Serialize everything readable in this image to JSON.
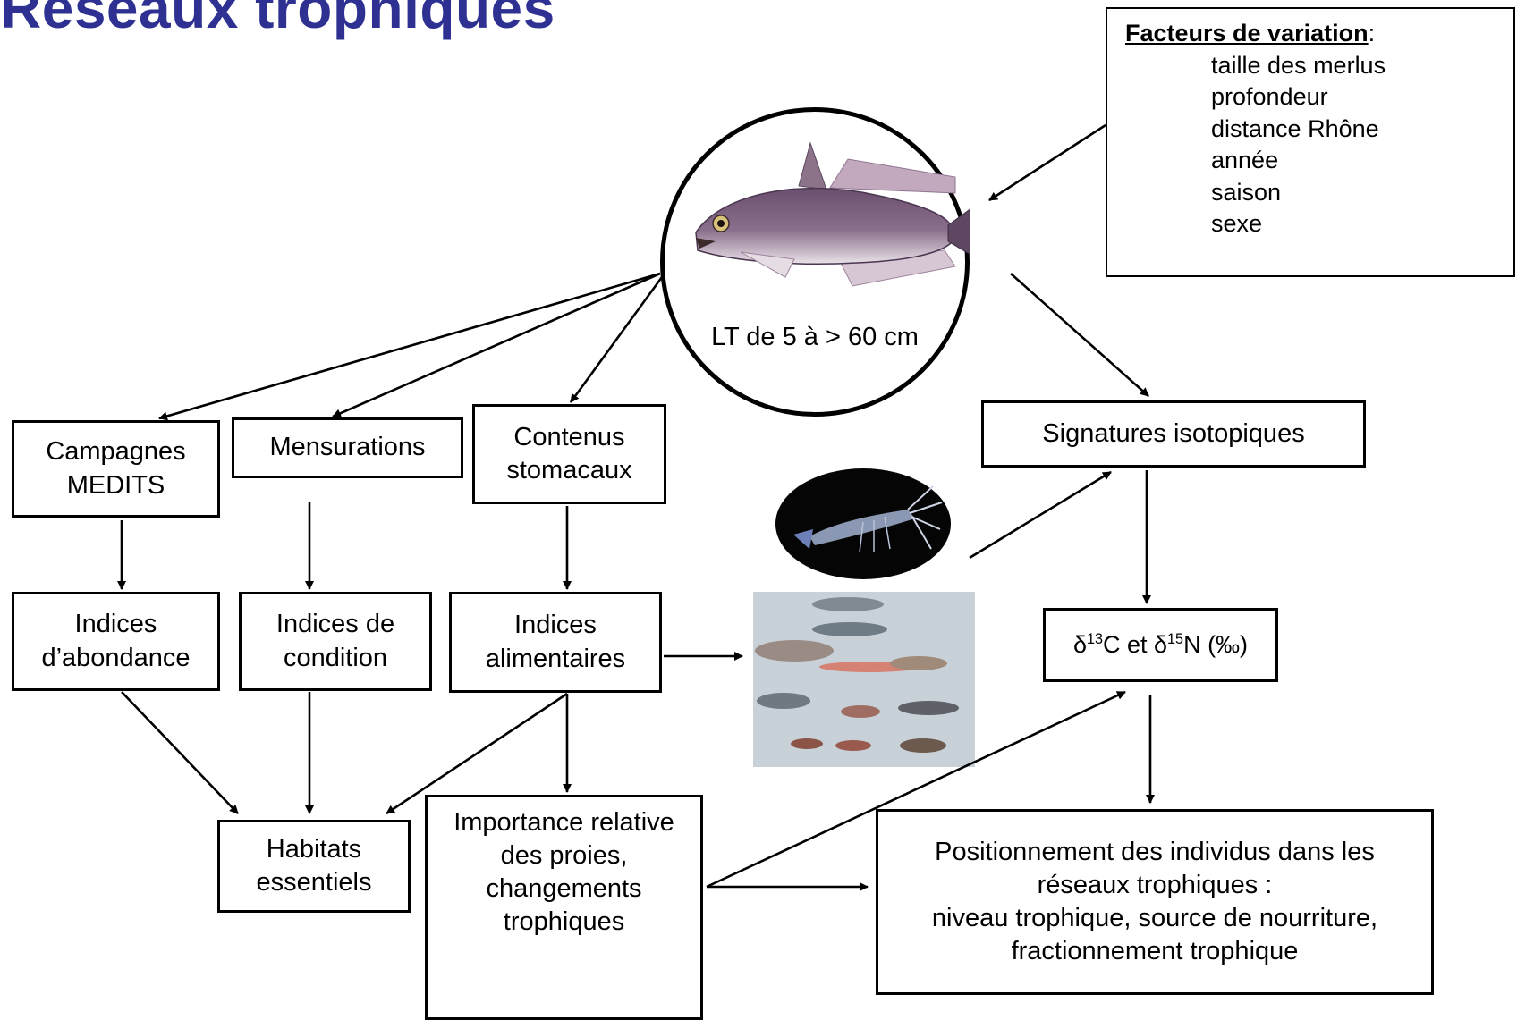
{
  "title": "Réseaux trophiques",
  "legend": {
    "title": "Facteurs de variation",
    "colon": ":",
    "items": [
      "taille des merlus",
      "profondeur",
      "distance Rhône",
      "année",
      "saison",
      "sexe"
    ]
  },
  "hake": {
    "label": "LT de 5 à > 60 cm"
  },
  "boxes": {
    "campagnes": "Campagnes\nMEDITS",
    "mensurations": "Mensurations",
    "contenus": "Contenus\nstomacaux",
    "signatures": "Signatures isotopiques",
    "abondance": "Indices\nd’abondance",
    "condition": "Indices de\ncondition",
    "alimentaires": "Indices\nalimentaires",
    "habitats": "Habitats\nessentiels",
    "importance": "Importance relative\ndes proies,\nchangements\ntrophiques",
    "positionnement": "Positionnement des individus dans les\nréseaux trophiques :\nniveau trophique, source de nourriture,\nfractionnement trophique"
  },
  "isotopes": {
    "delta1": "δ",
    "sup1": "13",
    "mid": "C et δ",
    "sup2": "15",
    "end": "N (‰)"
  },
  "colors": {
    "title": "#2e3192"
  }
}
